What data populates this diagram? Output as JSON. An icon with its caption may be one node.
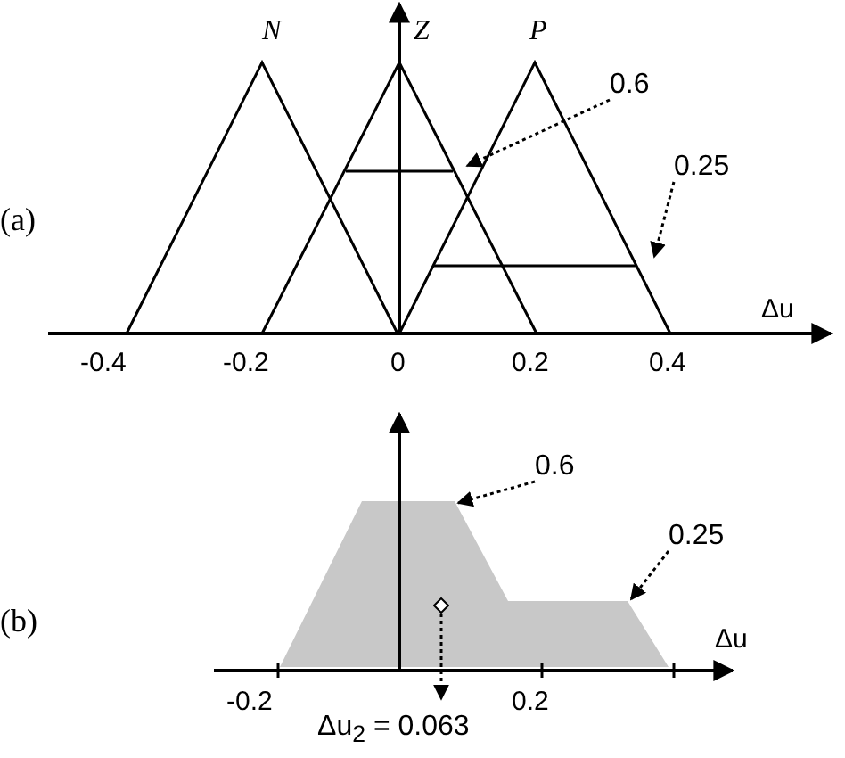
{
  "diagram": {
    "nodes": [
      {
        "text": [
          "0.6"
        ]
      },
      {
        "text": [
          "0.25"
        ]
      },
      {
        "text": [
          "0.6"
        ]
      },
      {
        "text": [
          "0.25"
        ]
      },
      {
        "text": [],
        "shape": "diamond",
        "in": 6
      },
      {
        "text": [
          "Δu$_{2}$ = 0.063"
        ]
      },
      {
        "text": [],
        "shape": "polygon"
      }
    ],
    "edges": [
      {
        "from": 0,
        "to": null,
        "arrow": "to",
        "style": "dashed"
      },
      {
        "from": 1,
        "to": null,
        "arrow": "to",
        "style": "dashed"
      },
      {
        "from": 2,
        "to": 6,
        "arrow": "to",
        "style": "dashed"
      },
      {
        "from": 3,
        "to": 6,
        "arrow": "to",
        "style": "dashed"
      },
      {
        "from": 4,
        "to": 5,
        "arrow": "to",
        "style": "dashed"
      }
    ],
    "labels": [
      "N",
      "Z",
      "P",
      "(a)",
      "Δu",
      "-0.4",
      "-0.2",
      "0",
      "0.2",
      "0.4",
      "(b)",
      "Δu",
      "-0.2",
      "0.2"
    ]
  }
}
